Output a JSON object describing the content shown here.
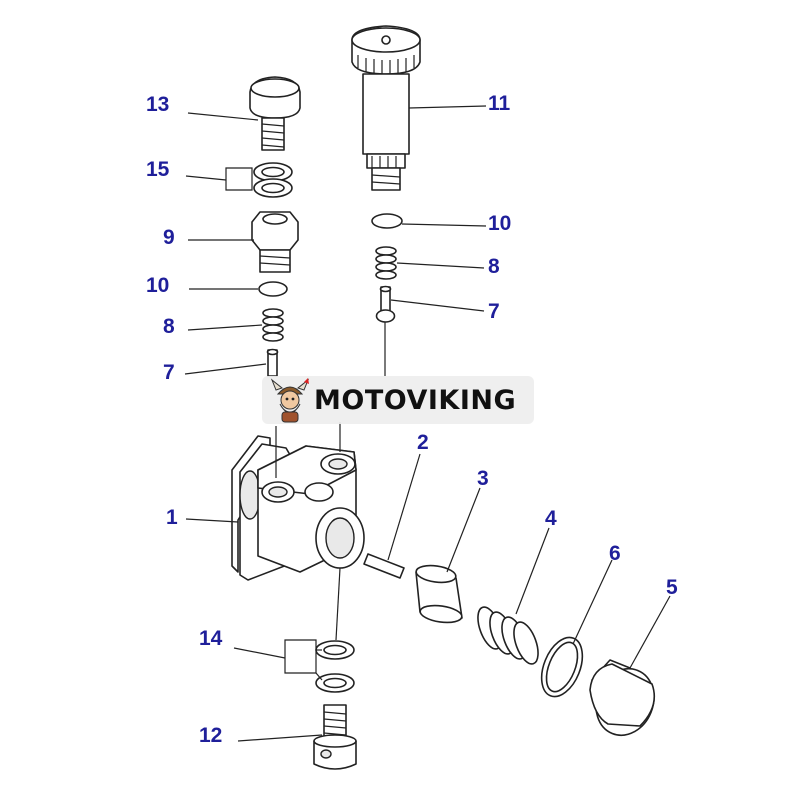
{
  "watermark": {
    "text": "MOTOVIKING",
    "logo_icon": "viking-mascot-icon"
  },
  "part_labels": {
    "p1": "1",
    "p2": "2",
    "p3": "3",
    "p4": "4",
    "p5": "5",
    "p6": "6",
    "p7a": "7",
    "p7b": "7",
    "p8a": "8",
    "p8b": "8",
    "p9": "9",
    "p10a": "10",
    "p10b": "10",
    "p11": "11",
    "p12": "12",
    "p13": "13",
    "p14": "14",
    "p15": "15"
  },
  "colors": {
    "label": "#1f1f9a",
    "line": "#222222",
    "watermark_bg": "#eeeeee"
  }
}
